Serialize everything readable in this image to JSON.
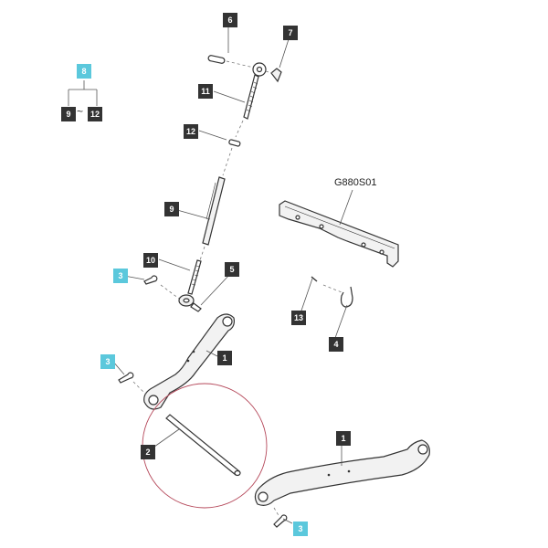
{
  "diagram": {
    "code": "G880S01",
    "group": {
      "label": "8",
      "range_start": "9",
      "range_sep": "~",
      "range_end": "12"
    },
    "callouts": [
      {
        "id": "c6",
        "label": "6",
        "highlight": false
      },
      {
        "id": "c7",
        "label": "7",
        "highlight": false
      },
      {
        "id": "c11",
        "label": "11",
        "highlight": false
      },
      {
        "id": "c12",
        "label": "12",
        "highlight": false
      },
      {
        "id": "c9",
        "label": "9",
        "highlight": false
      },
      {
        "id": "c10",
        "label": "10",
        "highlight": false
      },
      {
        "id": "c5",
        "label": "5",
        "highlight": false
      },
      {
        "id": "c3a",
        "label": "3",
        "highlight": true
      },
      {
        "id": "c1a",
        "label": "1",
        "highlight": false
      },
      {
        "id": "c3b",
        "label": "3",
        "highlight": true
      },
      {
        "id": "c2",
        "label": "2",
        "highlight": false
      },
      {
        "id": "c1b",
        "label": "1",
        "highlight": false
      },
      {
        "id": "c3c",
        "label": "3",
        "highlight": true
      },
      {
        "id": "c13",
        "label": "13",
        "highlight": false
      },
      {
        "id": "c4",
        "label": "4",
        "highlight": false
      }
    ],
    "colors": {
      "highlight": "#5bc8dc",
      "callout": "#333333",
      "circle": "#b5485a"
    }
  }
}
